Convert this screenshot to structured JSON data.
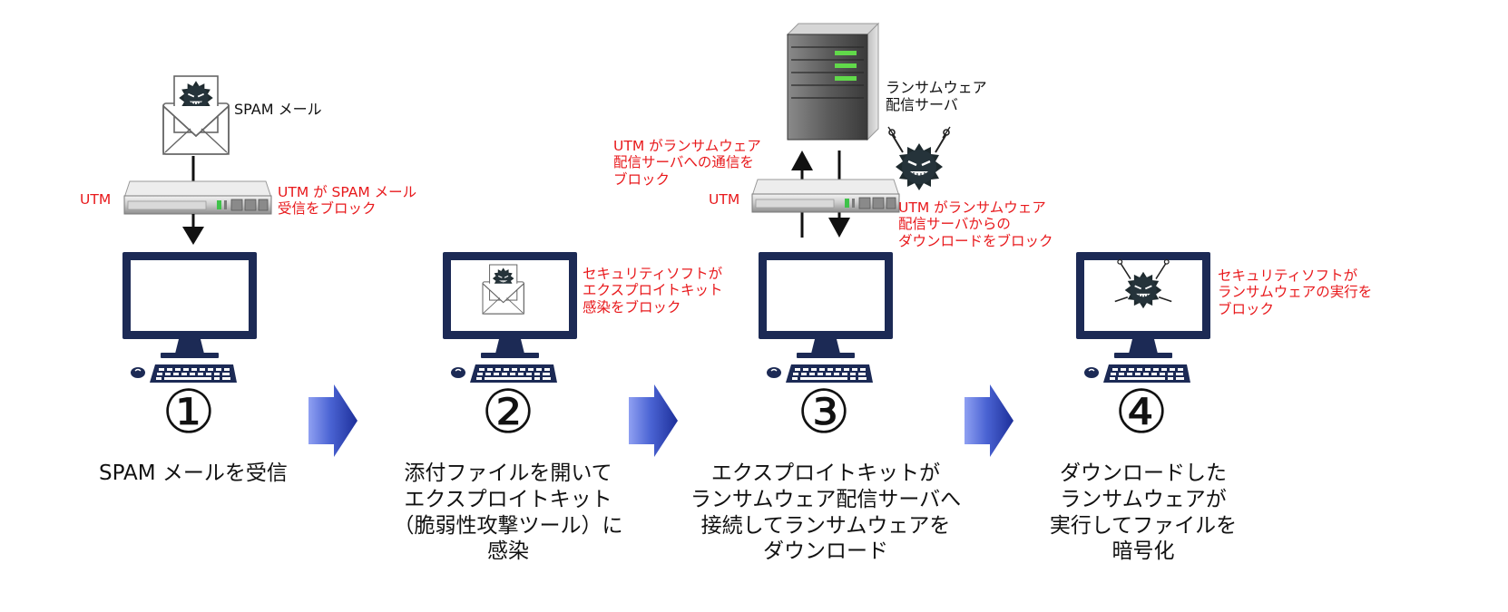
{
  "spam_mail_label": "SPAM メール",
  "ransomware_server_label": [
    "ランサムウェア",
    "配信サーバ"
  ],
  "utm_label": "UTM",
  "utm_label_2": "UTM",
  "notes": {
    "utm_blocks_spam": [
      "UTM が SPAM メール",
      "受信をブロック"
    ],
    "utm_blocks_comm": [
      "UTM がランサムウェア",
      "配信サーバへの通信を",
      "ブロック"
    ],
    "utm_blocks_download": [
      "UTM がランサムウェア",
      "配信サーバからの",
      "ダウンロードをブロック"
    ],
    "sec_blocks_exploit": [
      "セキュリティソフトが",
      "エクスプロイトキット",
      "感染をブロック"
    ],
    "sec_blocks_exec": [
      "セキュリティソフトが",
      "ランサムウェアの実行を",
      "ブロック"
    ]
  },
  "steps": [
    {
      "number": "①",
      "caption": [
        "SPAM メールを受信"
      ]
    },
    {
      "number": "②",
      "caption": [
        "添付ファイルを開いて",
        "エクスプロイトキット",
        "（脆弱性攻撃ツール）に",
        "感染"
      ]
    },
    {
      "number": "③",
      "caption": [
        "エクスプロイトキットが",
        "ランサムウェア配信サーバへ",
        "接続してランサムウェアを",
        "ダウンロード"
      ]
    },
    {
      "number": "④",
      "caption": [
        "ダウンロードした",
        "ランサムウェアが",
        "実行してファイルを",
        "暗号化"
      ]
    }
  ],
  "colors": {
    "note_red": "#e8191c",
    "monitor_navy": "#1c2a55",
    "arrow_blue": "#3e56c8"
  }
}
